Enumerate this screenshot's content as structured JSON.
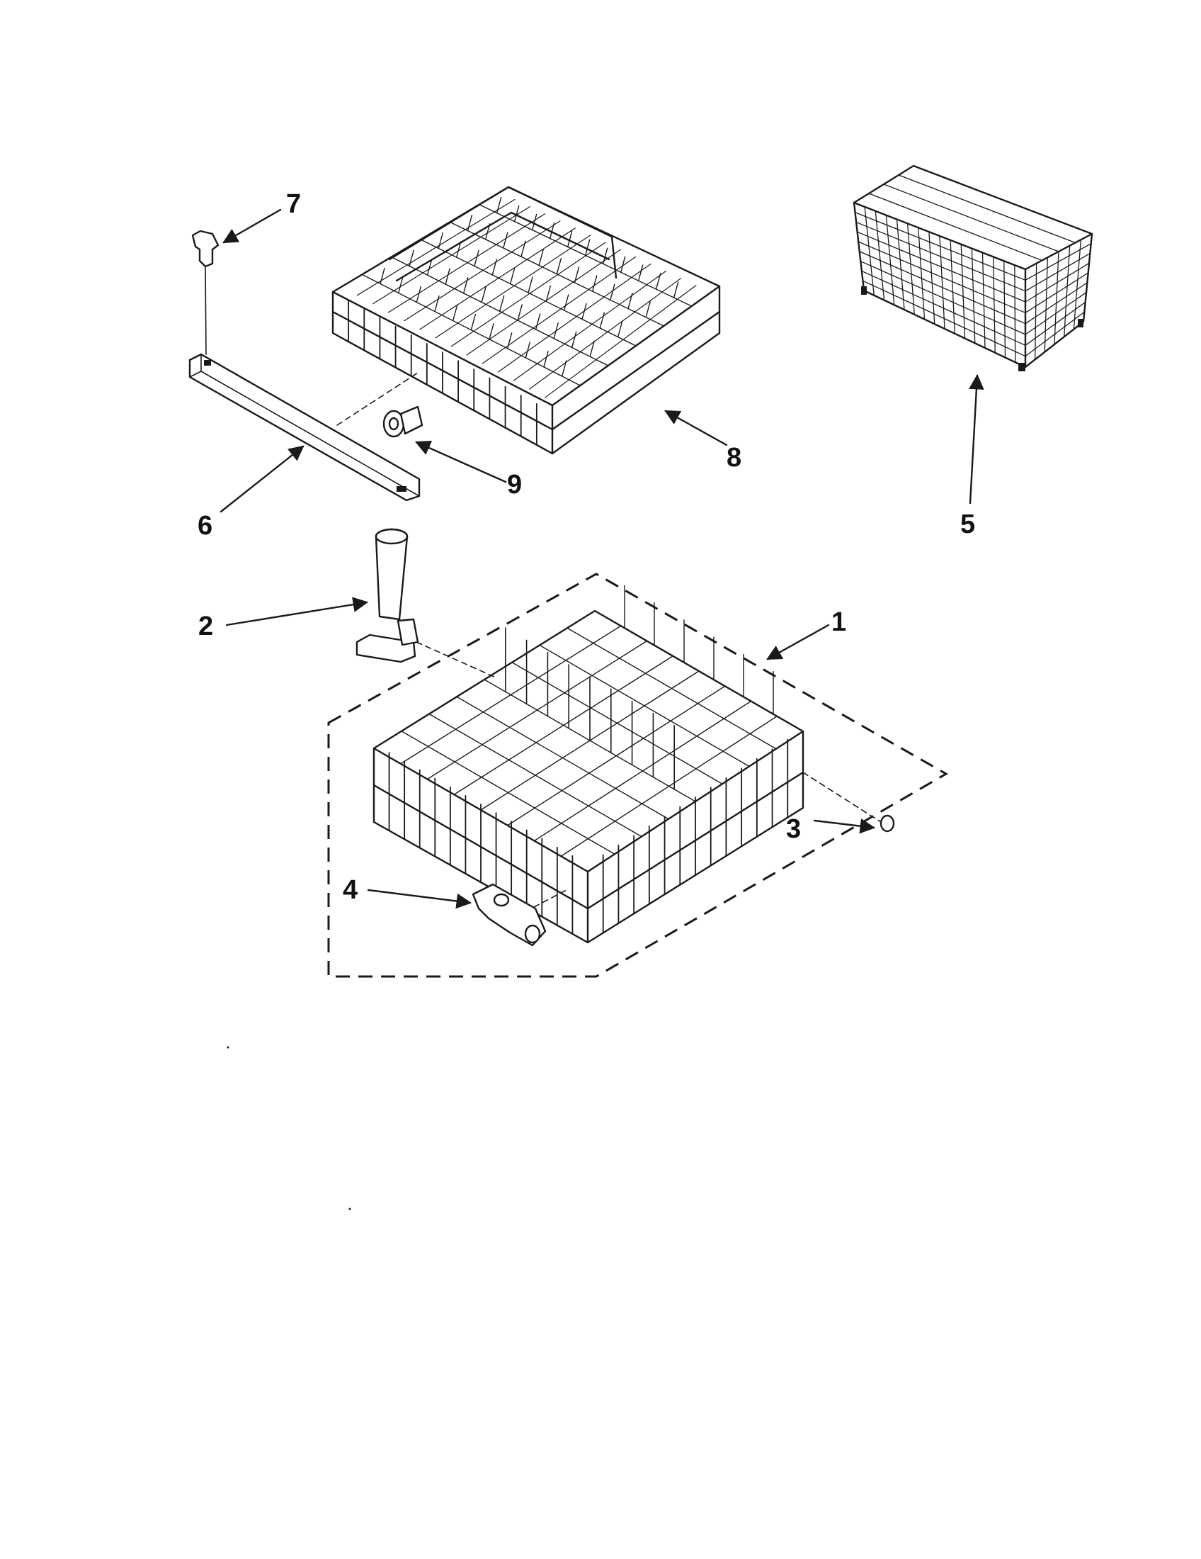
{
  "diagram": {
    "part_labels": [
      {
        "id": "1",
        "text": "1"
      },
      {
        "id": "2",
        "text": "2"
      },
      {
        "id": "3",
        "text": "3"
      },
      {
        "id": "4",
        "text": "4"
      },
      {
        "id": "5",
        "text": "5"
      },
      {
        "id": "6",
        "text": "6"
      },
      {
        "id": "7",
        "text": "7"
      },
      {
        "id": "8",
        "text": "8"
      },
      {
        "id": "9",
        "text": "9"
      }
    ],
    "colors": {
      "ink": "#1a1a1a",
      "paper": "#ffffff"
    }
  }
}
